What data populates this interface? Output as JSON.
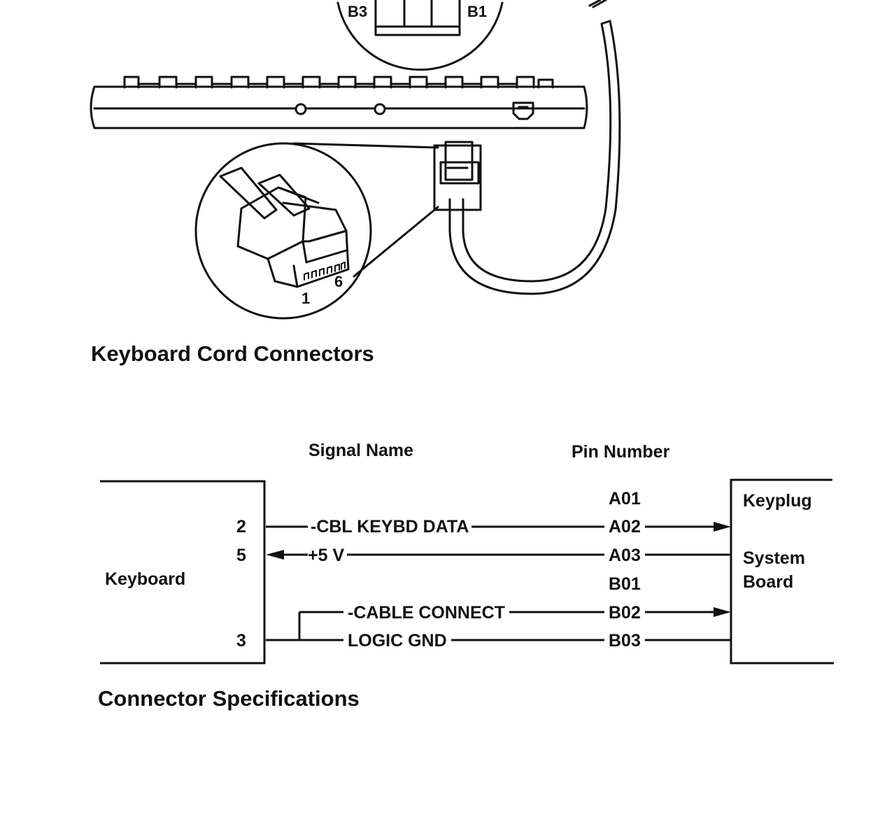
{
  "illustration": {
    "inset_labels": {
      "left_tag": "B3",
      "right_tag": "B1"
    },
    "plug_pins": {
      "first": "1",
      "last": "6"
    }
  },
  "captions": {
    "cord": "Keyboard Cord Connectors",
    "spec": "Connector Specifications"
  },
  "spec": {
    "headers": {
      "signal": "Signal Name",
      "pin": "Pin Number"
    },
    "left_box": {
      "label": "Keyboard",
      "pins": {
        "data": "2",
        "power": "5",
        "ground": "3"
      }
    },
    "right_box": {
      "keyplug": "Keyplug",
      "board_line1": "System",
      "board_line2": "Board"
    },
    "signals": {
      "data": "-CBL KEYBD DATA",
      "power": "+5 V",
      "cable_connect": "-CABLE CONNECT",
      "logic_gnd": "LOGIC GND"
    },
    "pins": [
      "A01",
      "A02",
      "A03",
      "B01",
      "B02",
      "B03"
    ]
  }
}
